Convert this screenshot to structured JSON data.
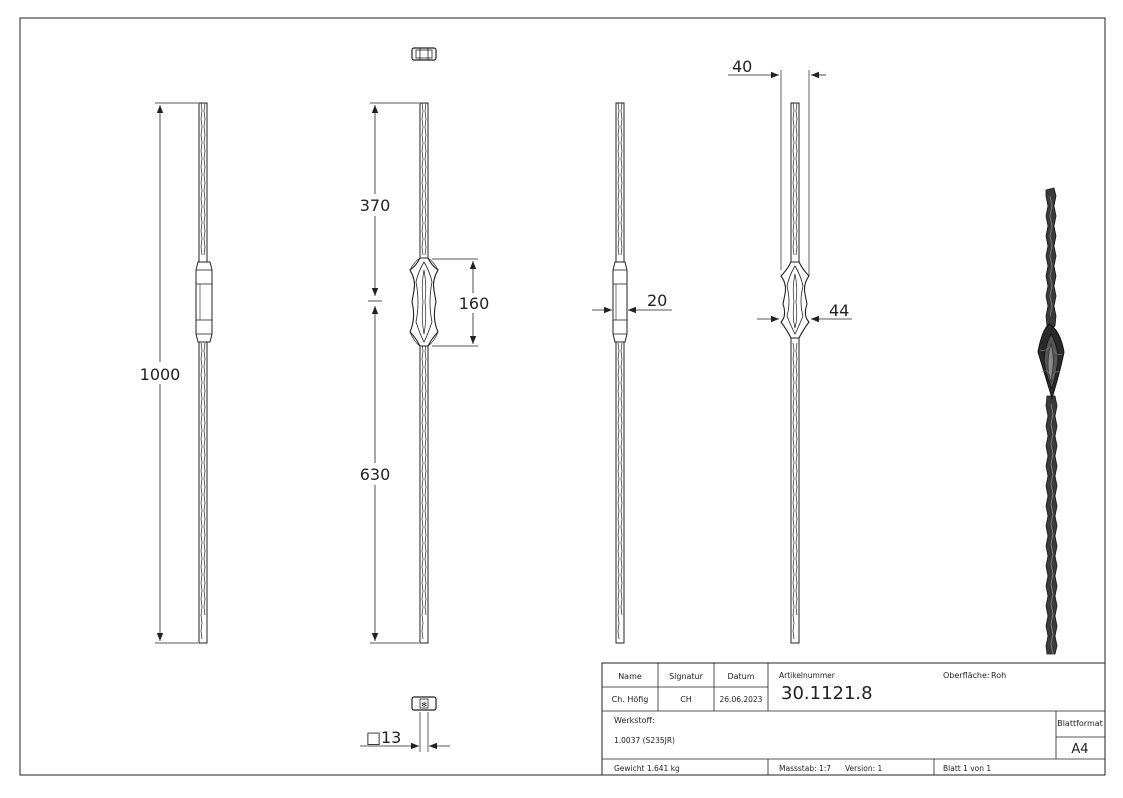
{
  "dimensions": {
    "total_length": "1000",
    "upper_length": "370",
    "lower_length": "630",
    "ornament_height": "160",
    "bar_width": "20",
    "top_width": "40",
    "ornament_width": "44",
    "section": "13",
    "section_symbol": "□"
  },
  "title_block": {
    "name_label": "Name",
    "signature_label": "Signatur",
    "date_label": "Datum",
    "name": "Ch. Höfig",
    "signature": "CH",
    "date": "26.06.2023",
    "article_label": "Artikelnummer",
    "article_number": "30.1121.8",
    "surface_label": "Oberfläche:",
    "surface_value": "Roh",
    "material_label": "Werkstoff:",
    "material": "1.0037 (S235JR)",
    "format_label": "Blattformat",
    "format": "A4",
    "weight": "Gewicht 1.641 kg",
    "scale": "Massstab: 1:7",
    "version": "Version: 1",
    "sheet": "Blatt 1 von 1"
  },
  "colors": {
    "line": "#222222",
    "metal_dark": "#2a2a2a",
    "metal_mid": "#555555",
    "metal_light": "#8a8a8a"
  }
}
